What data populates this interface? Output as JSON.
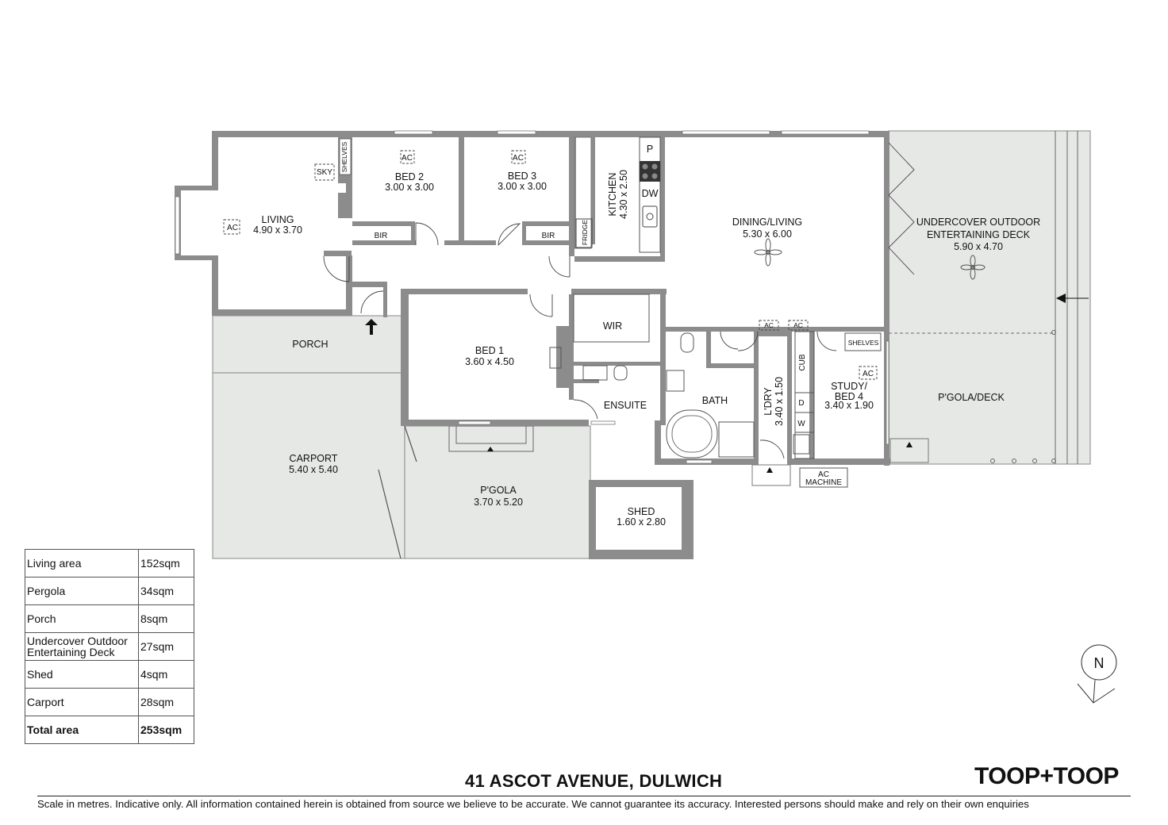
{
  "rooms": {
    "living": {
      "name": "LIVING",
      "size": "4.90 x 3.70"
    },
    "bed2": {
      "name": "BED 2",
      "size": "3.00 x 3.00"
    },
    "bed3": {
      "name": "BED 3",
      "size": "3.00 x 3.00"
    },
    "kitchen": {
      "name": "KITCHEN",
      "size": "4.30 x 2.50"
    },
    "dining": {
      "name": "DINING/LIVING",
      "size": "5.30 x 6.00"
    },
    "deck": {
      "line1": "UNDERCOVER OUTDOOR",
      "line2": "ENTERTAINING DECK",
      "size": "5.90 x 4.70"
    },
    "bed1": {
      "name": "BED 1",
      "size": "3.60 x 4.50"
    },
    "wir": {
      "name": "WIR"
    },
    "ensuite": {
      "name": "ENSUITE"
    },
    "bath": {
      "name": "BATH"
    },
    "laundry": {
      "name": "L'DRY",
      "size": "3.40 x 1.50"
    },
    "study": {
      "line1": "STUDY/",
      "line2": "BED 4",
      "size": "3.40 x 1.90"
    },
    "pgola_deck": {
      "name": "P'GOLA/DECK"
    },
    "porch": {
      "name": "PORCH"
    },
    "carport": {
      "name": "CARPORT",
      "size": "5.40 x 5.40"
    },
    "pgola": {
      "name": "P'GOLA",
      "size": "3.70 x 5.20"
    },
    "shed": {
      "name": "SHED",
      "size": "1.60 x 2.80"
    }
  },
  "fixtures": {
    "ac": "AC",
    "sky": "SKY",
    "shelves": "SHELVES",
    "bir": "BIR",
    "fridge": "FRIDGE",
    "pantry": "P",
    "dishwasher": "DW",
    "cupboard": "CUB",
    "dryer": "D",
    "washer": "W",
    "ac_machine_1": "AC",
    "ac_machine_2": "MACHINE"
  },
  "area_table": [
    {
      "label": "Living area",
      "value": "152sqm"
    },
    {
      "label": "Pergola",
      "value": "34sqm"
    },
    {
      "label": "Porch",
      "value": "8sqm"
    },
    {
      "label": "Undercover Outdoor",
      "label2": "Entertaining Deck",
      "value": "27sqm"
    },
    {
      "label": "Shed",
      "value": "4sqm"
    },
    {
      "label": "Carport",
      "value": "28sqm"
    },
    {
      "label": "Total area",
      "value": "253sqm"
    }
  ],
  "compass": "N",
  "address": "41 ASCOT AVENUE, DULWICH",
  "brand": "TOOP+TOOP",
  "disclaimer": "Scale in metres. Indicative only. All information contained herein is obtained from source we believe to be accurate. We cannot guarantee its accuracy. Interested persons should make and rely on their own enquiries"
}
